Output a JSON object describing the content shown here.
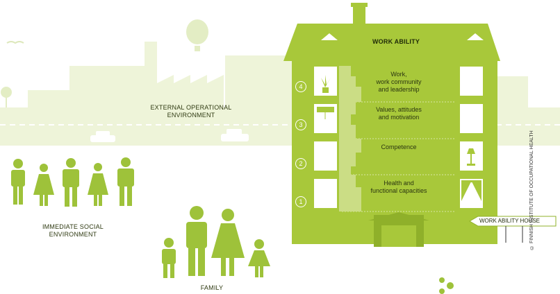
{
  "house": {
    "title": "WORK ABILITY",
    "floors": [
      {
        "number": "4",
        "label": "Work,\nwork community\nand leadership"
      },
      {
        "number": "3",
        "label": "Values, attitudes\nand motivation"
      },
      {
        "number": "2",
        "label": "Competence"
      },
      {
        "number": "1",
        "label": "Health and\nfunctional capacities"
      }
    ],
    "sign": "WORK ABILITY HOUSE"
  },
  "labels": {
    "external": "EXTERNAL OPERATIONAL\nENVIRONMENT",
    "social": "IMMEDIATE SOCIAL\nENVIRONMENT",
    "family": "FAMILY"
  },
  "credit": "© FINNISH INSTITUTE OF OCCUPATIONAL HEALTH",
  "colors": {
    "background_light": "#eef4d9",
    "house": "#a8c83a",
    "house_dark": "#8fb02a",
    "figures": "#9ec23a",
    "road_line": "#ffffff",
    "text": "#2f3a12"
  }
}
